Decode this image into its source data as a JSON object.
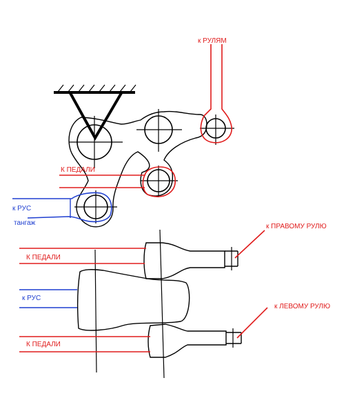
{
  "labels": {
    "to_rudders": "к  РУЛЯМ",
    "to_pedals_top": "К  ПЕДАЛИ",
    "to_stick": "к РУС",
    "pitch": "тангаж",
    "to_right_rudder": "к ПРАВОМУ РУЛЮ",
    "to_pedals_mid": "К ПЕДАЛИ",
    "to_stick_lower": "к  РУС",
    "to_left_rudder": "к ЛЕВОМУ РУЛЮ",
    "to_pedals_bottom": "К ПЕДАЛИ"
  },
  "colors": {
    "ink": "#000000",
    "red": "#e01b1b",
    "blue": "#1f3fd0"
  }
}
